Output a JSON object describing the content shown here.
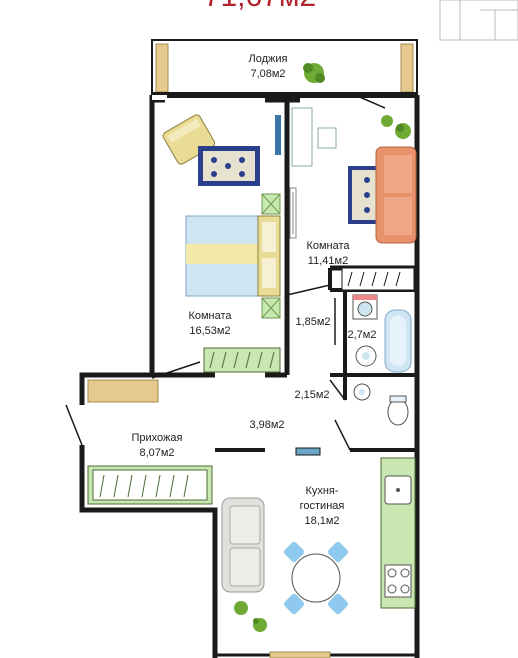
{
  "header": {
    "total_area": "71,67м2"
  },
  "rooms": [
    {
      "name": "Лоджия",
      "area": "7,08м2"
    },
    {
      "name": "Комната",
      "area": "16,53м2"
    },
    {
      "name": "Комната",
      "area": "11,41м2"
    },
    {
      "name": "",
      "area": "1,85м2"
    },
    {
      "name": "",
      "area": "2,7м2"
    },
    {
      "name": "",
      "area": "2,15м2"
    },
    {
      "name": "",
      "area": "3,98м2"
    },
    {
      "name": "Прихожая",
      "area": "8,07м2"
    },
    {
      "name": "Кухня-",
      "name2": "гостиная",
      "area": "18,1м2"
    }
  ],
  "colors": {
    "wall": "#1a1a1a",
    "sofa": "#e8926c",
    "armchair": "#e9dc95",
    "rug": "#2a3f8a",
    "bed_stripe": "#f3e9a6",
    "bed_blue": "#cfe6f2",
    "plant": "#5e9a2e",
    "dining": "#8fc9ef",
    "wardrobe": "#c9e7b1",
    "total": "#b0242e"
  }
}
